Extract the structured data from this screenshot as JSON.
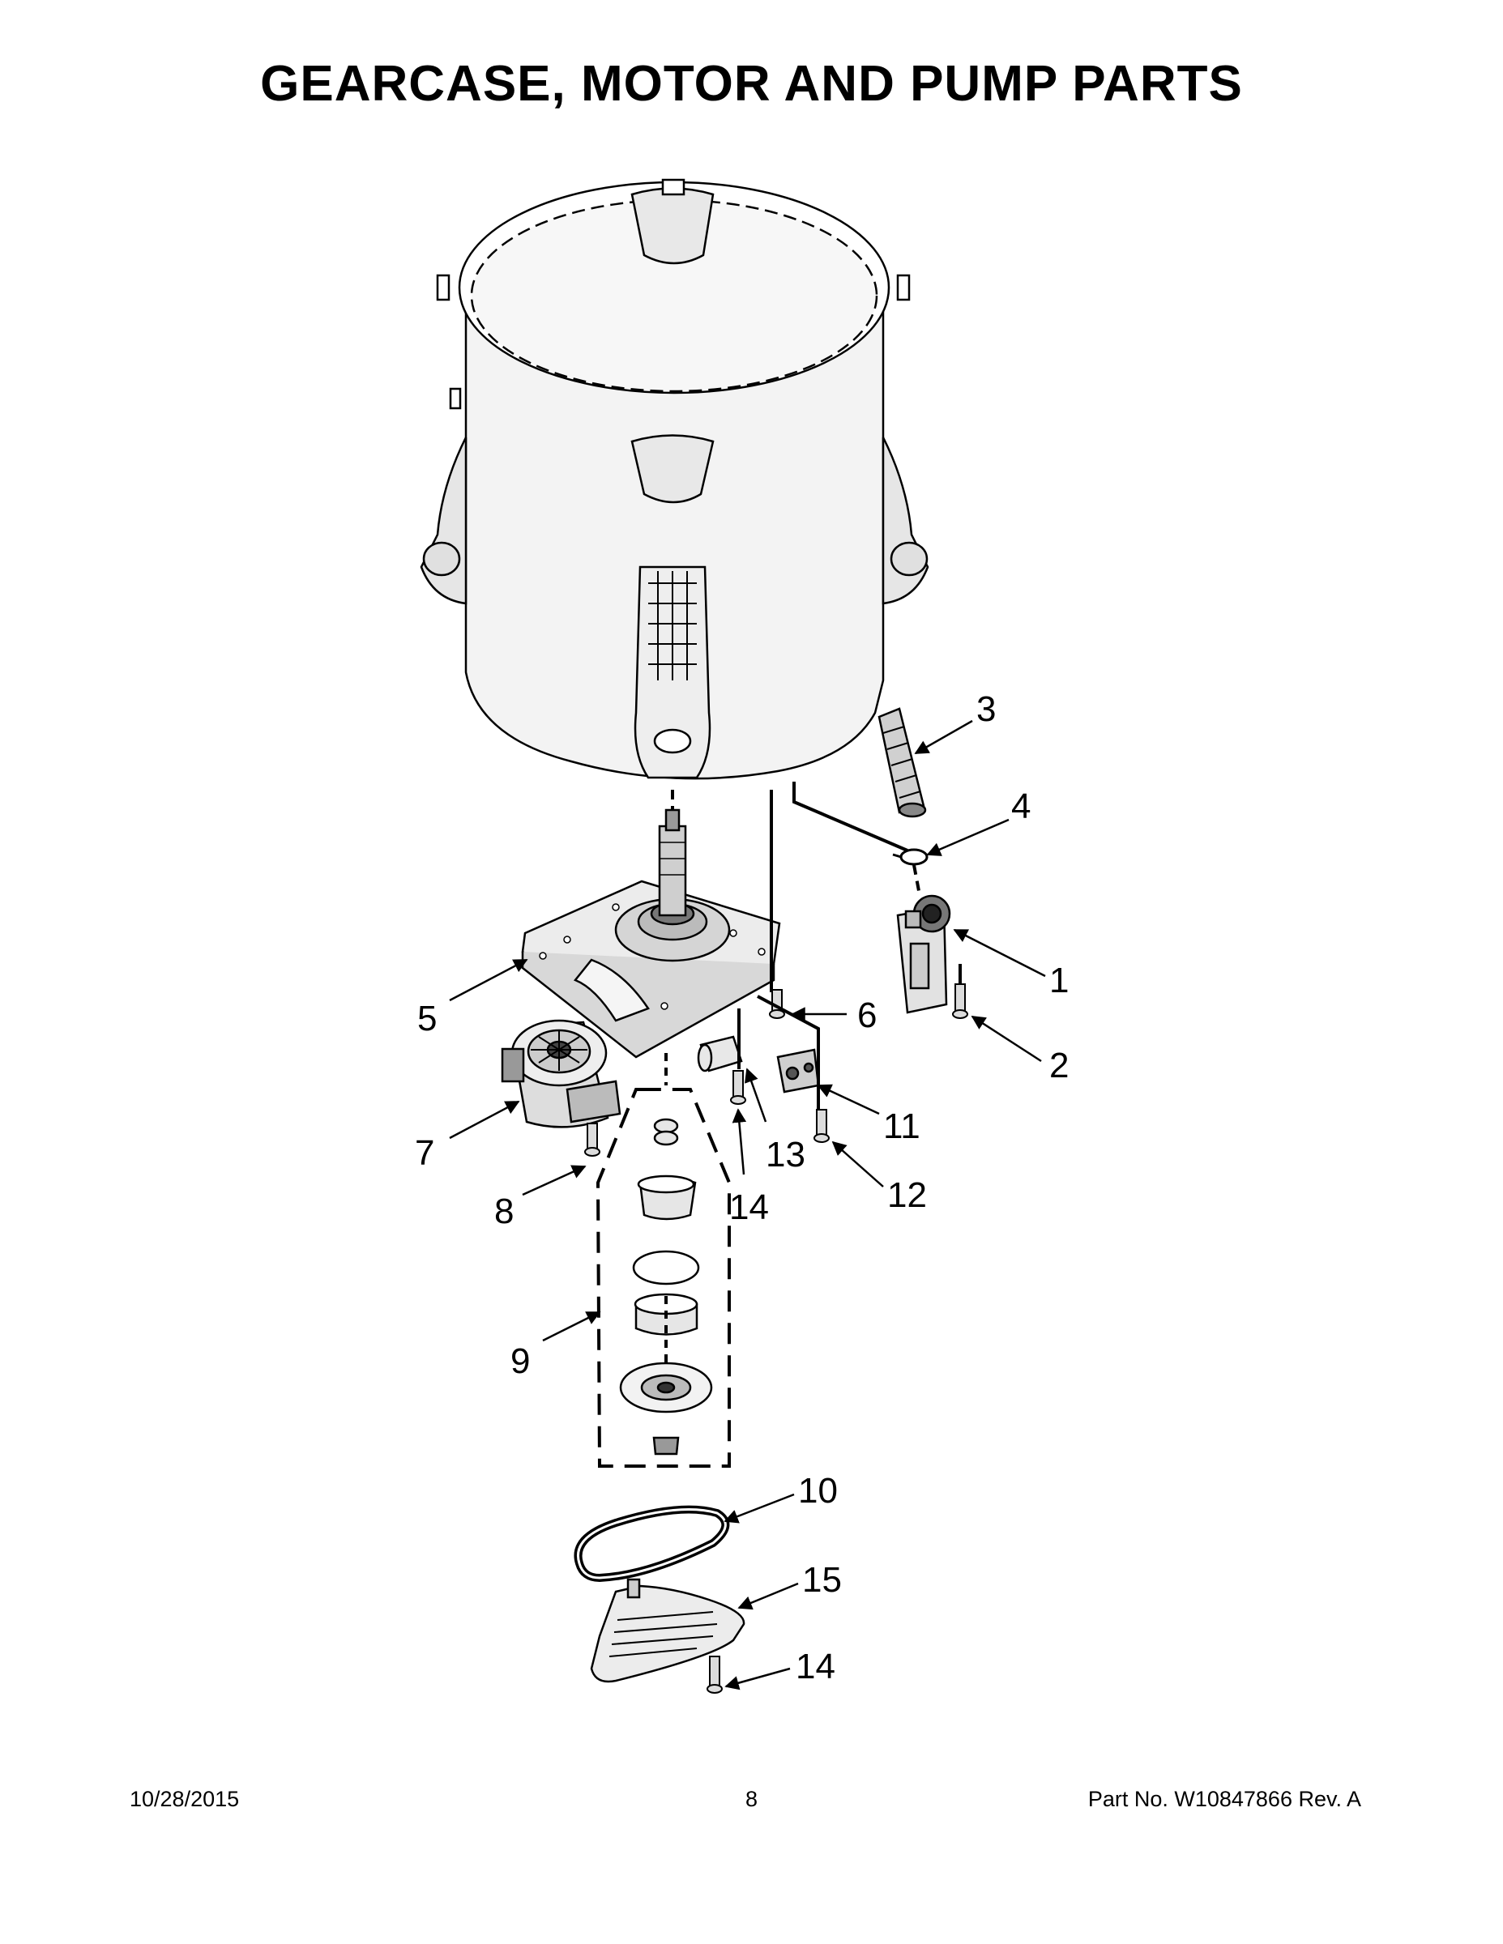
{
  "page": {
    "title": "GEARCASE, MOTOR AND PUMP PARTS",
    "footer": {
      "date": "10/28/2015",
      "page_number": "8",
      "part_number": "Part No.  W10847866  Rev.  A"
    }
  },
  "callouts": [
    "1",
    "2",
    "3",
    "4",
    "5",
    "6",
    "7",
    "8",
    "9",
    "10",
    "11",
    "12",
    "13",
    "14",
    "14",
    "15"
  ],
  "colors": {
    "ink": "#000000",
    "tub_fill": "#f3f3f3",
    "part_fill": "#dcdcdc",
    "dark_part": "#555555"
  }
}
